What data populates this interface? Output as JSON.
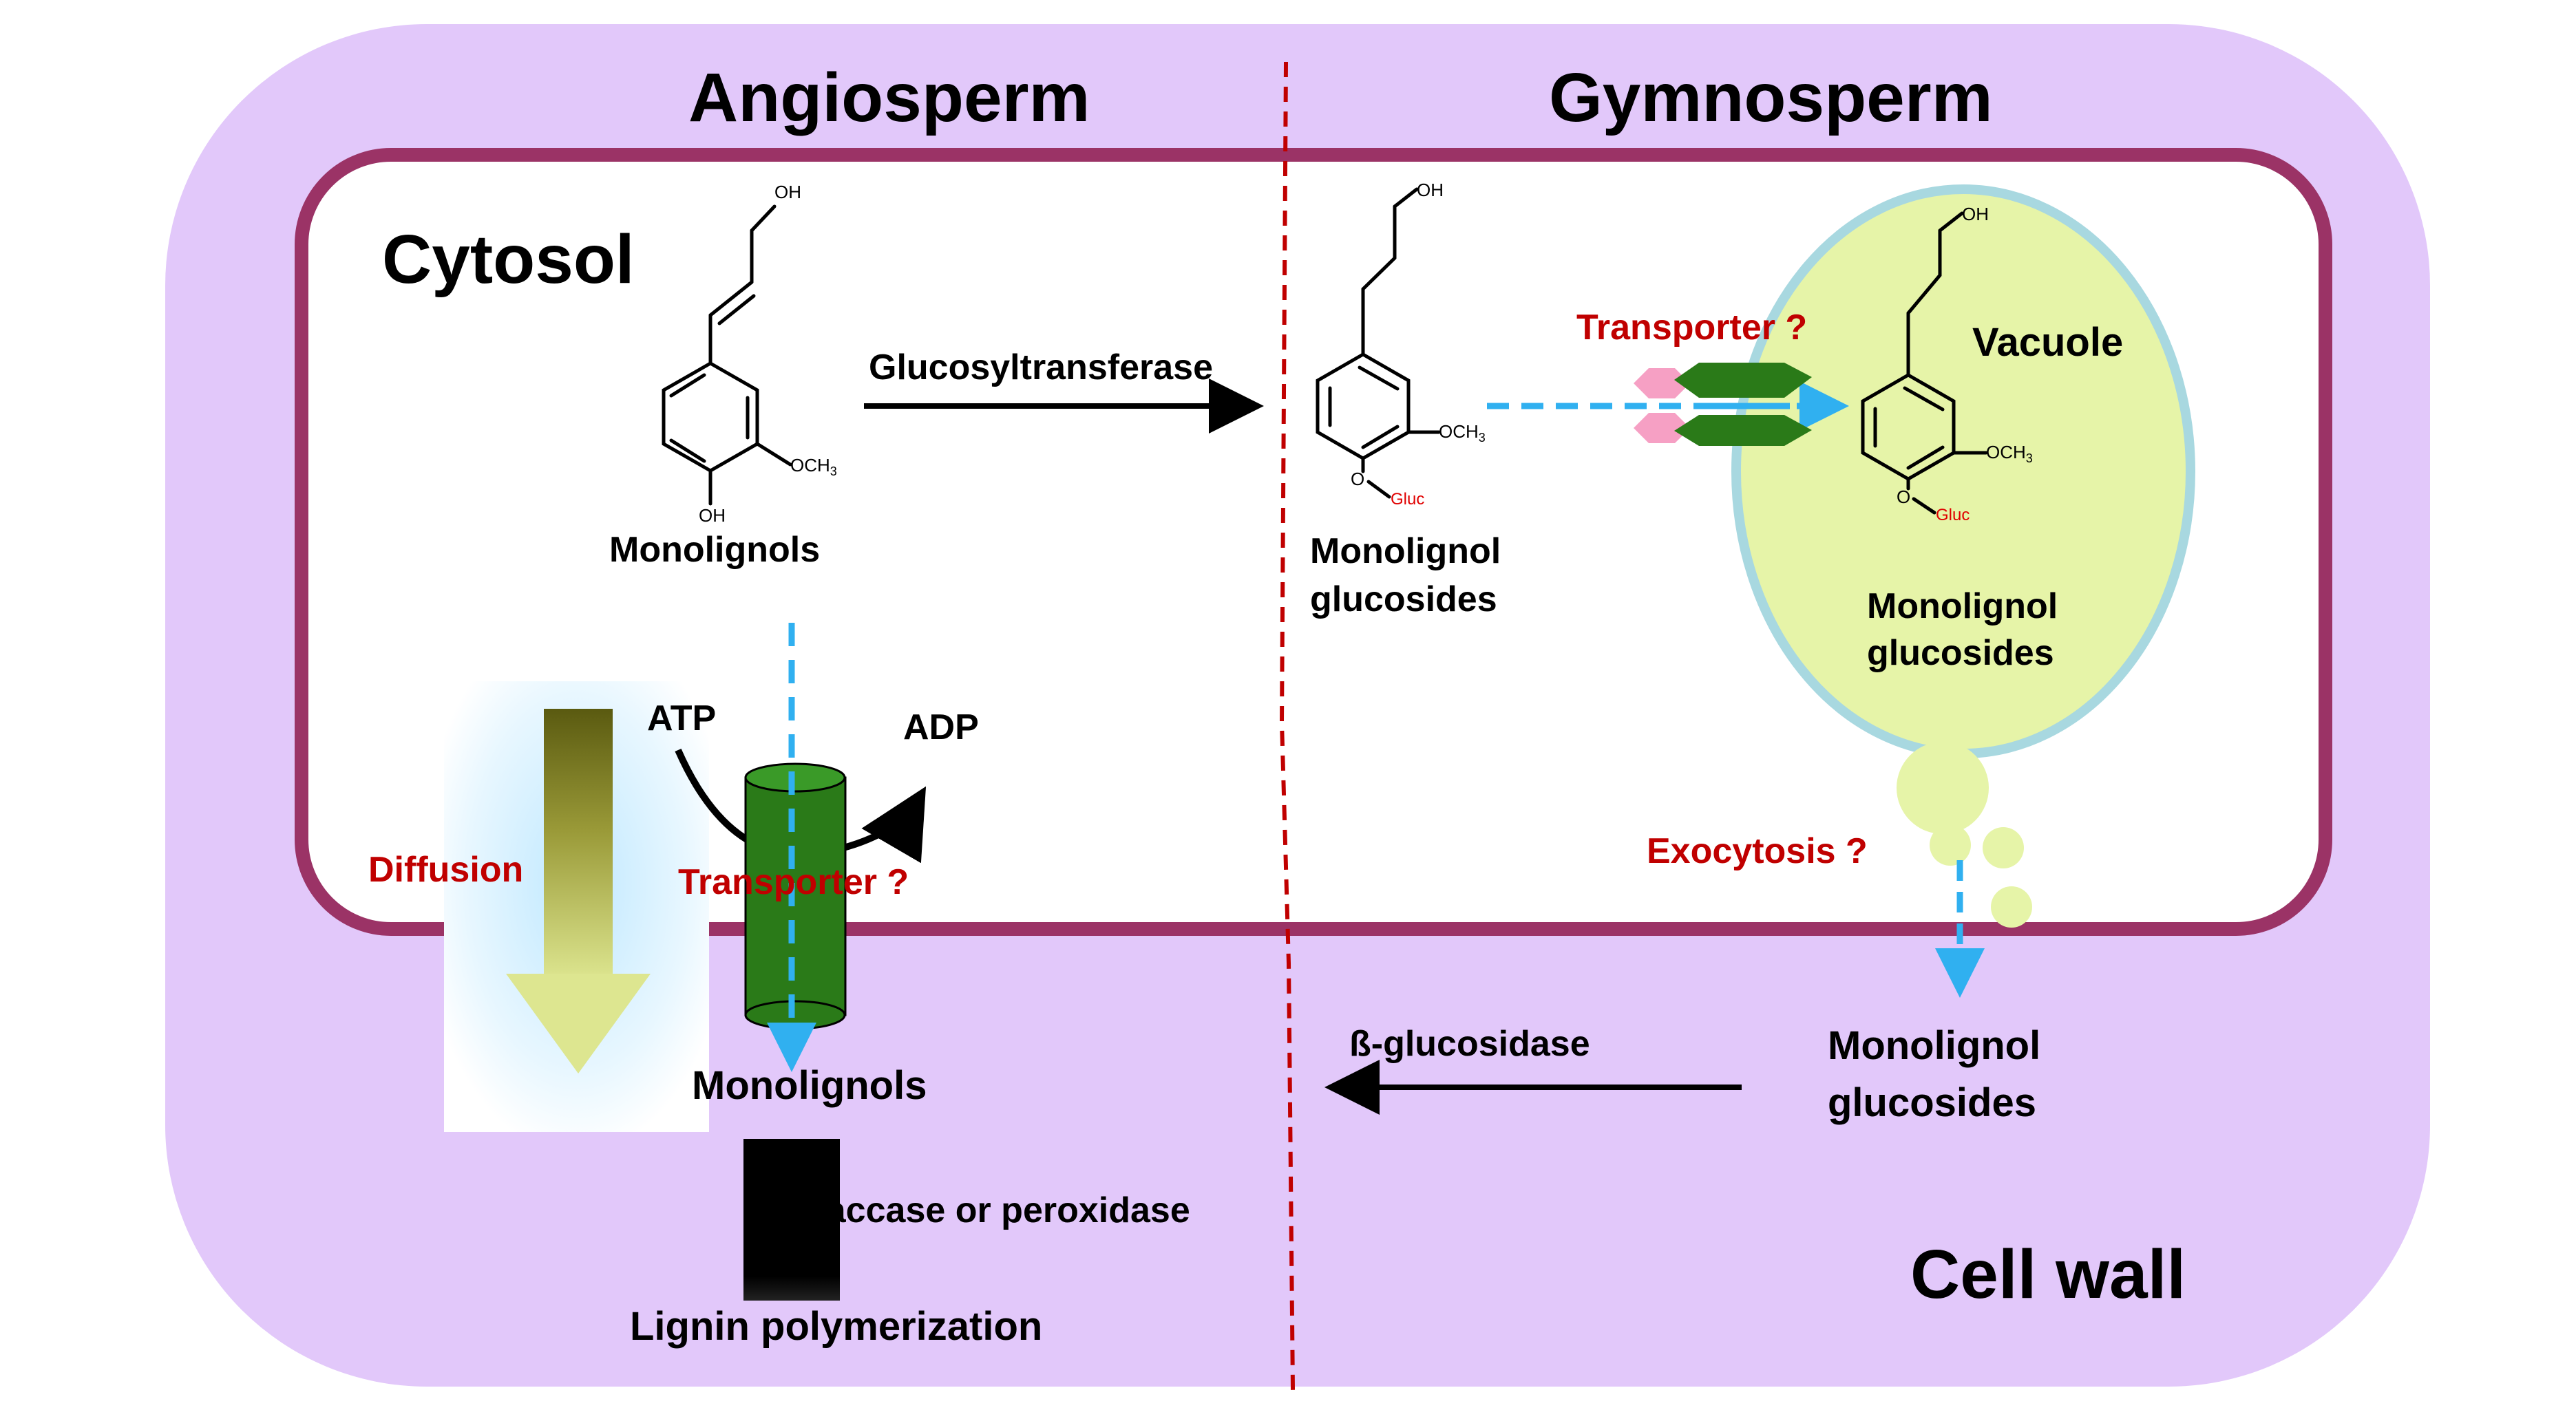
{
  "regions": {
    "angiosperm": "Angiosperm",
    "gymnosperm": "Gymnosperm",
    "cytosol": "Cytosol",
    "cell_wall": "Cell wall",
    "vacuole": "Vacuole"
  },
  "angiosperm": {
    "monolignols_cytosol": "Monolignols",
    "atp": "ATP",
    "adp": "ADP",
    "transporter": "Transporter ?",
    "diffusion": "Diffusion",
    "monolignols_wall": "Monolignols",
    "enzyme": "Laccase or peroxidase",
    "polymerization": "Lignin polymerization"
  },
  "gymnosperm": {
    "glucosyltransferase": "Glucosyltransferase",
    "glucosides_cytosol_line1": "Monolignol",
    "glucosides_cytosol_line2": "glucosides",
    "transporter": "Transporter ?",
    "glucosides_vacuole_line1": "Monolignol",
    "glucosides_vacuole_line2": "glucosides",
    "exocytosis": "Exocytosis ?",
    "glucosides_wall_line1": "Monolignol",
    "glucosides_wall_line2": "glucosides",
    "glucosidase": "ß-glucosidase"
  },
  "chem": {
    "oh": "OH",
    "och3": "OCH",
    "sub3": "3",
    "o": "O",
    "gluc": "Gluc"
  },
  "colors": {
    "cell_wall_fill": "#e2c8fa",
    "membrane": "#9b3366",
    "divider": "#c00000",
    "vacuole_fill": "#e6f4a8",
    "vacuole_edge": "#a8d8e0",
    "transporter_green": "#2a7a18",
    "transporter_pink": "#f6a0c4",
    "dashed_arrow": "#30b0f0",
    "text_red": "#c00000"
  }
}
